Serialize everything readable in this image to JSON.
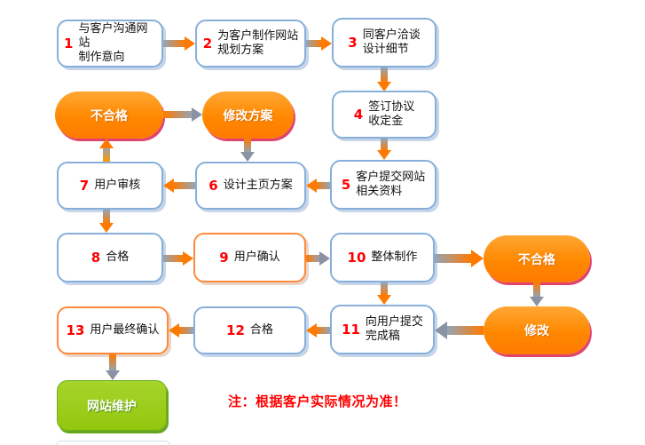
{
  "steps": [
    {
      "num": "1",
      "label": "与客户沟通网站\n制作意向"
    },
    {
      "num": "2",
      "label": "为客户制作网站\n规划方案"
    },
    {
      "num": "3",
      "label": "同客户洽谈\n设计细节"
    },
    {
      "num": "4",
      "label": "签订协议\n收定金"
    },
    {
      "num": "5",
      "label": "客户提交网站\n相关资料"
    },
    {
      "num": "6",
      "label": "设计主页方案"
    },
    {
      "num": "7",
      "label": "用户审核"
    },
    {
      "num": "8",
      "label": "合格"
    },
    {
      "num": "9",
      "label": "用户确认"
    },
    {
      "num": "10",
      "label": "整体制作"
    },
    {
      "num": "11",
      "label": "向用户提交\n完成稿"
    },
    {
      "num": "12",
      "label": "合格"
    },
    {
      "num": "13",
      "label": "用户最终确认"
    }
  ],
  "pills": [
    {
      "label": "不合格"
    },
    {
      "label": "修改方案"
    },
    {
      "label": "不合格"
    },
    {
      "label": "修改"
    }
  ],
  "terminal": {
    "label": "网站维护"
  },
  "note": {
    "text": "注：根据客户实际情况为准！"
  },
  "edges": [
    {
      "from": "1",
      "to": "2"
    },
    {
      "from": "2",
      "to": "3"
    },
    {
      "from": "3",
      "to": "4"
    },
    {
      "from": "4",
      "to": "5"
    },
    {
      "from": "5",
      "to": "6"
    },
    {
      "from": "6",
      "to": "7"
    },
    {
      "from": "7",
      "to": "不合格"
    },
    {
      "from": "不合格",
      "to": "修改方案"
    },
    {
      "from": "修改方案",
      "to": "6"
    },
    {
      "from": "7",
      "to": "8"
    },
    {
      "from": "8",
      "to": "9"
    },
    {
      "from": "9",
      "to": "10"
    },
    {
      "from": "10",
      "to": "不合格"
    },
    {
      "from": "不合格",
      "to": "修改"
    },
    {
      "from": "修改",
      "to": "11"
    },
    {
      "from": "10",
      "to": "11"
    },
    {
      "from": "11",
      "to": "12"
    },
    {
      "from": "12",
      "to": "13"
    },
    {
      "from": "13",
      "to": "网站维护"
    }
  ],
  "colors": {
    "pill_orange": "#FF8800",
    "pill_shadow": "#E0446E",
    "blue_border": "#88AFDB",
    "orange_border": "#FF8A3C",
    "green_fill": "#99C814",
    "number_red": "#FF0000",
    "note_red": "#FF0000",
    "arrow_orange": "#FF7A00",
    "arrow_gray": "#8A93A3"
  }
}
